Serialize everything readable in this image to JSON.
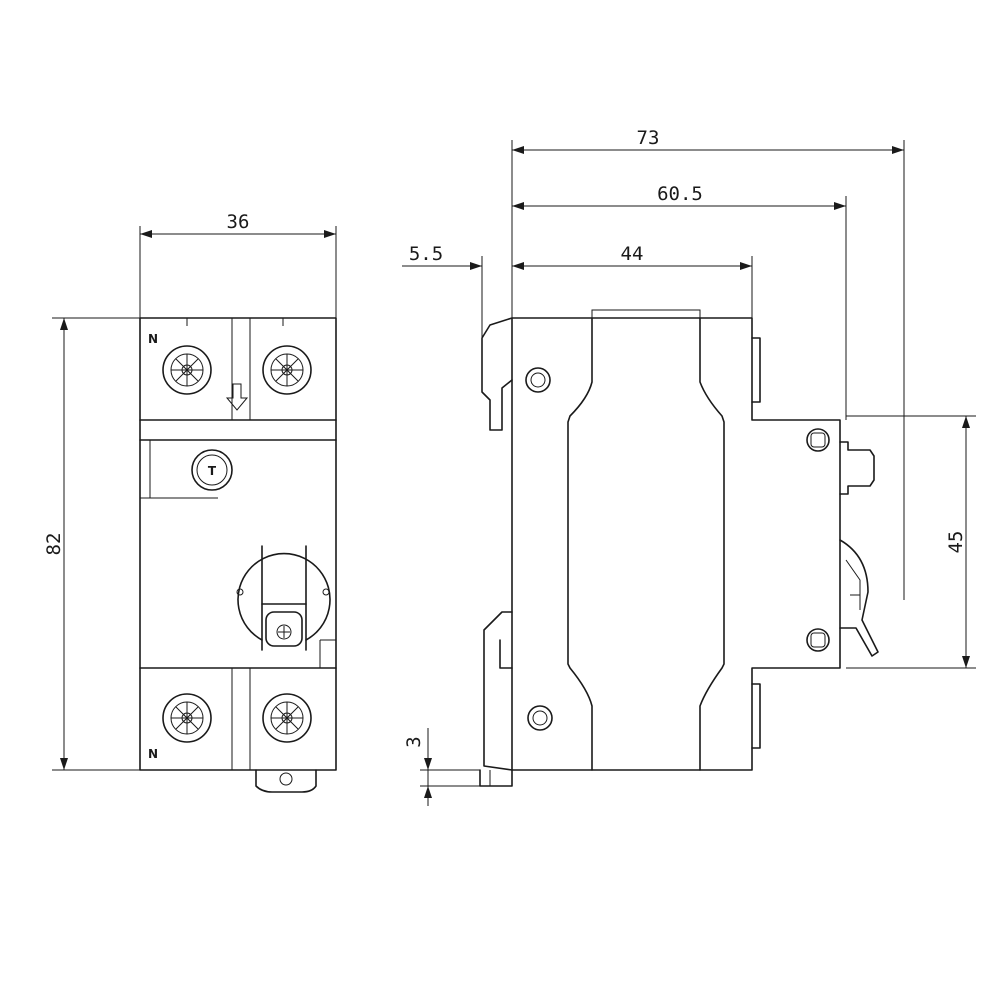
{
  "front_view": {
    "width_dimension": "36",
    "height_dimension": "82",
    "terminal_mark_top": "N",
    "terminal_mark_bottom": "N",
    "test_button_mark": "T"
  },
  "side_view": {
    "overall_depth_dimension": "73",
    "depth_to_front_dimension": "60.5",
    "body_depth_dimension": "44",
    "rail_offset_dimension": "5.5",
    "front_height_dimension": "45",
    "clip_dimension": "3"
  }
}
